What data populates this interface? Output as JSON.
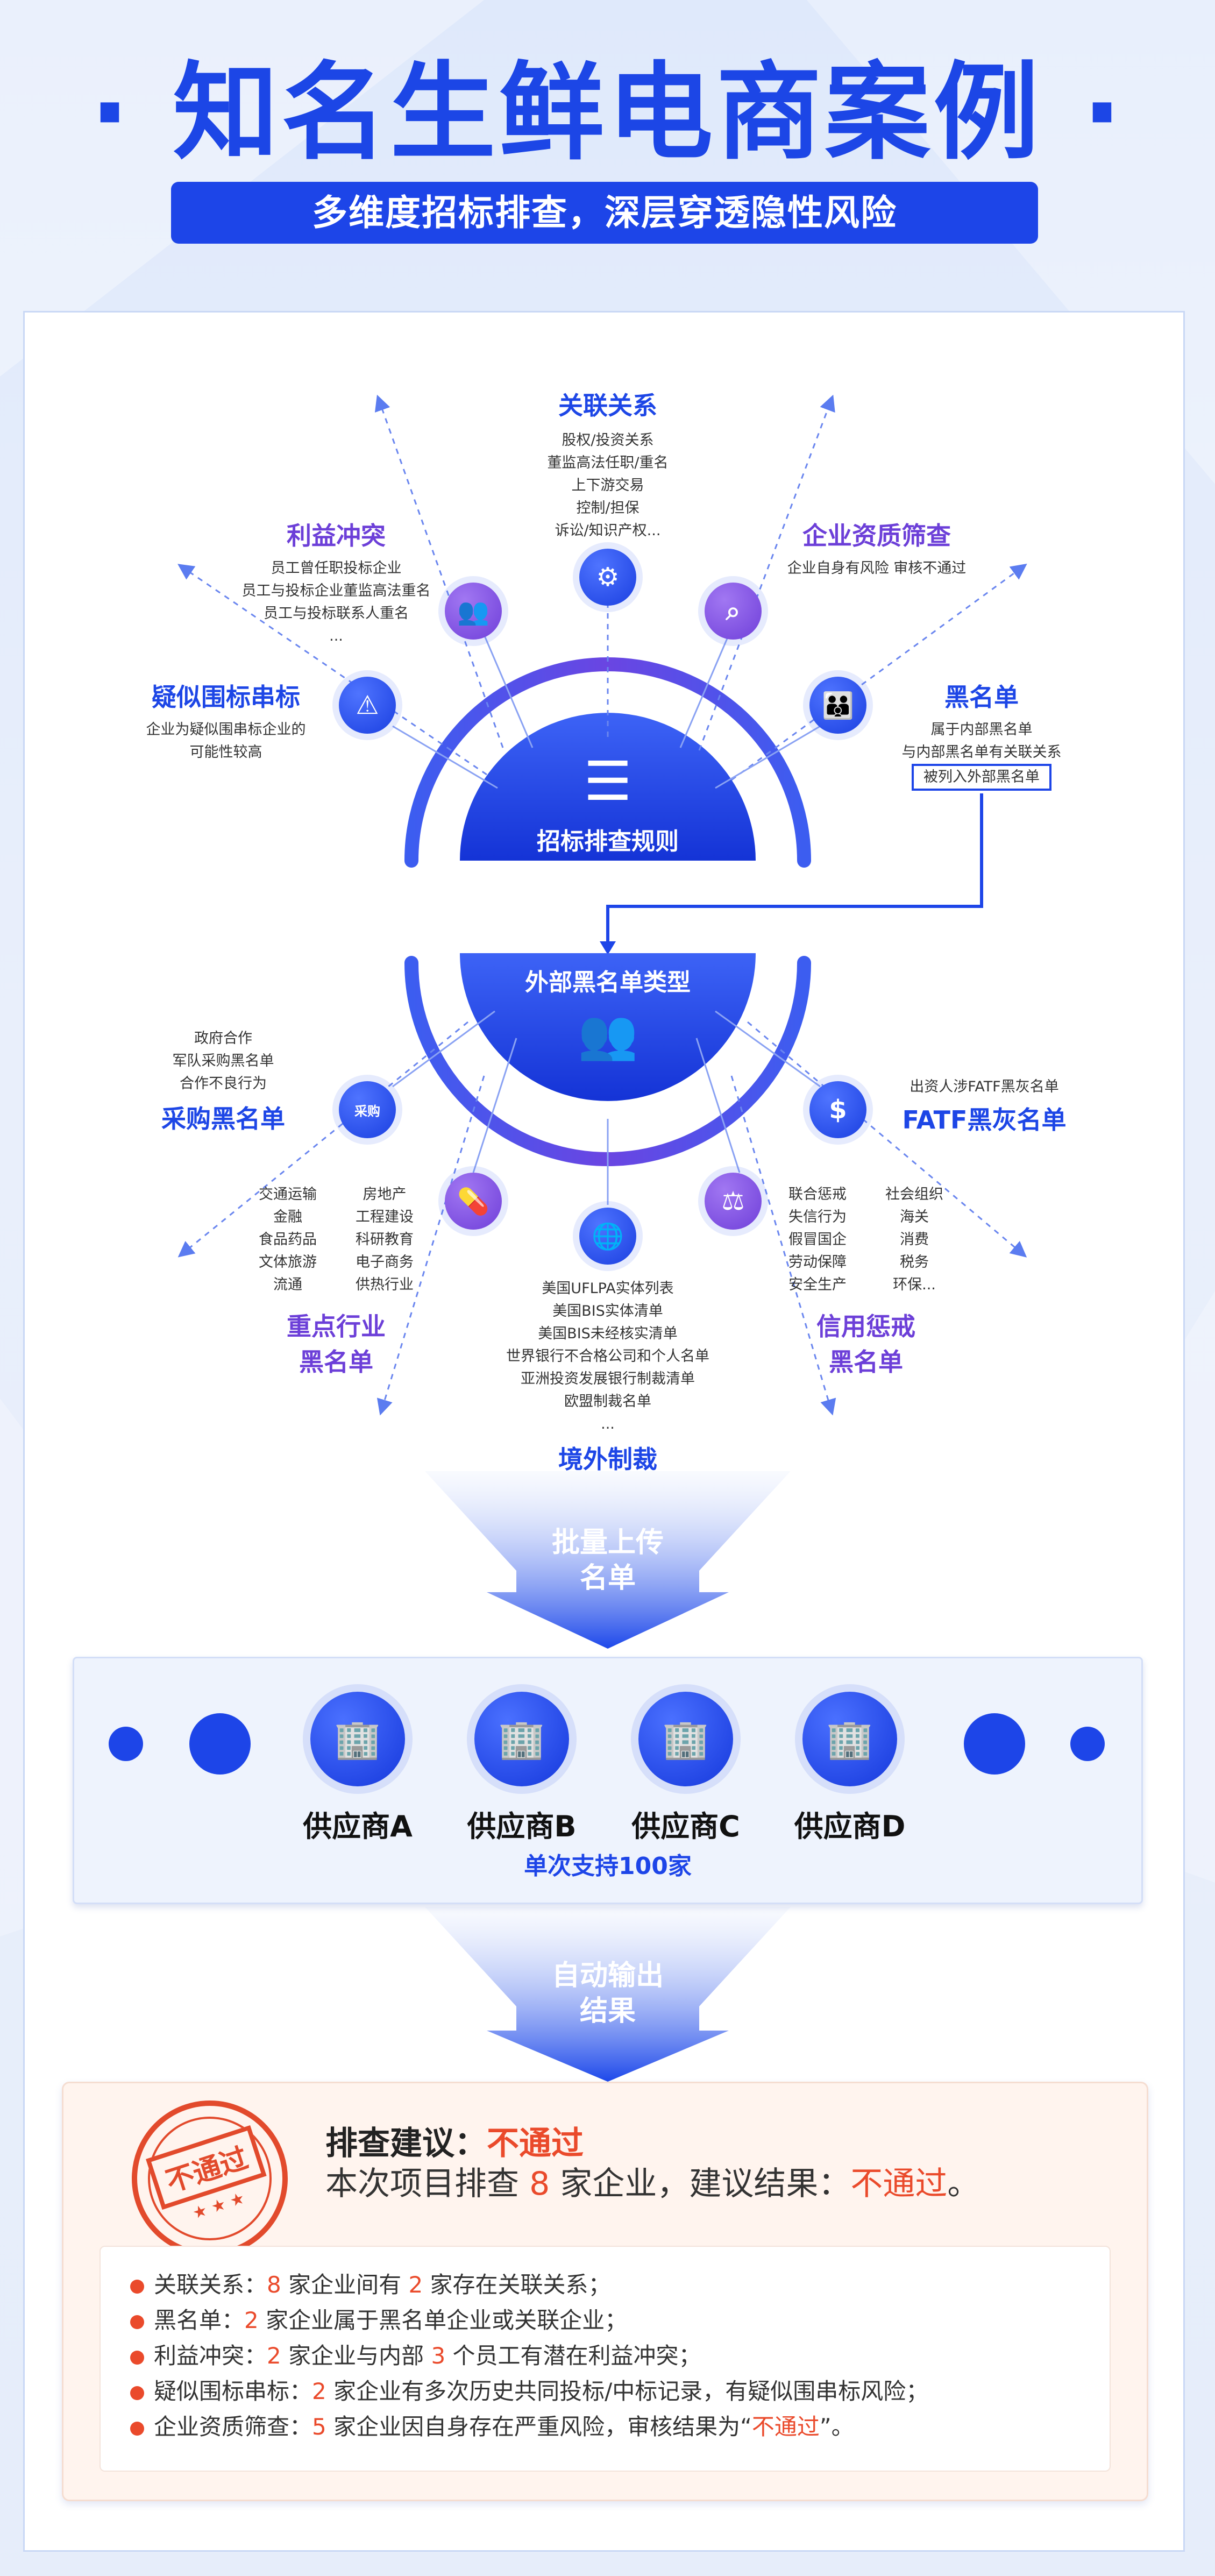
{
  "header": {
    "title": "· 知名生鲜电商案例 ·",
    "subtitle": "多维度招标排查，深层穿透隐性风险"
  },
  "rules": {
    "center_label": "招标排查规则",
    "guanlian": {
      "title": "关联关系",
      "lines": [
        "股权/投资关系",
        "董监高法任职/重名",
        "上下游交易",
        "控制/担保",
        "诉讼/知识产权..."
      ]
    },
    "liyi": {
      "title": "利益冲突",
      "lines": [
        "员工曾任职投标企业",
        "员工与投标企业董监高法重名",
        "员工与投标联系人重名",
        "..."
      ]
    },
    "zizhi": {
      "title": "企业资质筛查",
      "lines": [
        "企业自身有风险 审核不通过"
      ]
    },
    "yisi": {
      "title": "疑似围标串标",
      "lines": [
        "企业为疑似围串标企业的",
        "可能性较高"
      ]
    },
    "heimingdan": {
      "title": "黑名单",
      "lines": [
        "属于内部黑名单",
        "与内部黑名单有关联关系"
      ],
      "boxed": "被列入外部黑名单"
    }
  },
  "external": {
    "center_label": "外部黑名单类型",
    "caigou": {
      "title": "采购黑名单",
      "lines": [
        "政府合作",
        "军队采购黑名单",
        "合作不良行为"
      ],
      "icon_text": "采购"
    },
    "fatf": {
      "title": "FATF黑灰名单",
      "lines": [
        "出资人涉FATF黑灰名单"
      ]
    },
    "zhongdian": {
      "title": "重点行业",
      "title2": "黑名单",
      "col1": [
        "交通运输",
        "金融",
        "食品药品",
        "文体旅游",
        "流通"
      ],
      "col2": [
        "房地产",
        "工程建设",
        "科研教育",
        "电子商务",
        "供热行业"
      ]
    },
    "xinyong": {
      "title": "信用惩戒",
      "title2": "黑名单",
      "col1": [
        "联合惩戒",
        "失信行为",
        "假冒国企",
        "劳动保障",
        "安全生产"
      ],
      "col2": [
        "社会组织",
        "海关",
        "消费",
        "税务",
        "环保..."
      ]
    },
    "jingwai": {
      "title": "境外制裁",
      "lines": [
        "美国UFLPA实体列表",
        "美国BIS实体清单",
        "美国BIS未经核实清单",
        "世界银行不合格公司和个人名单",
        "亚洲投资发展银行制裁清单",
        "欧盟制裁名单",
        "..."
      ]
    }
  },
  "flow": {
    "upload": [
      "批量上传",
      "名单"
    ],
    "output": [
      "自动输出",
      "结果"
    ]
  },
  "suppliers": {
    "items": [
      "供应商A",
      "供应商B",
      "供应商C",
      "供应商D"
    ],
    "note": "单次支持100家"
  },
  "result": {
    "stamp": "不通过",
    "title_prefix": "排查建议：",
    "title_value": "不通过",
    "summary_a": "本次项目排查 ",
    "summary_num": "8",
    "summary_b": " 家企业，建议结果：",
    "summary_value": "不通过",
    "summary_end": "。",
    "bullets": [
      {
        "a": "关联关系：",
        "n1": "8",
        "b": " 家企业间有 ",
        "n2": "2",
        "c": " 家存在关联关系；"
      },
      {
        "a": "黑名单：",
        "n1": "2",
        "b": " 家企业属于黑名单企业或关联企业；",
        "n2": "",
        "c": ""
      },
      {
        "a": "利益冲突：",
        "n1": "2",
        "b": " 家企业与内部 ",
        "n2": "3",
        "c": " 个员工有潜在利益冲突；"
      },
      {
        "a": "疑似围标串标：",
        "n1": "2",
        "b": " 家企业有多次历史共同投标/中标记录，有疑似围串标风险；",
        "n2": "",
        "c": ""
      },
      {
        "a": "企业资质筛查：",
        "n1": "5",
        "b": " 家企业因自身存在严重风险，审核结果为“",
        "n2": "不通过",
        "c": "”。"
      }
    ]
  },
  "colors": {
    "primary": "#1d45e8",
    "purple": "#6f3fd9",
    "red": "#ea4a2b"
  }
}
